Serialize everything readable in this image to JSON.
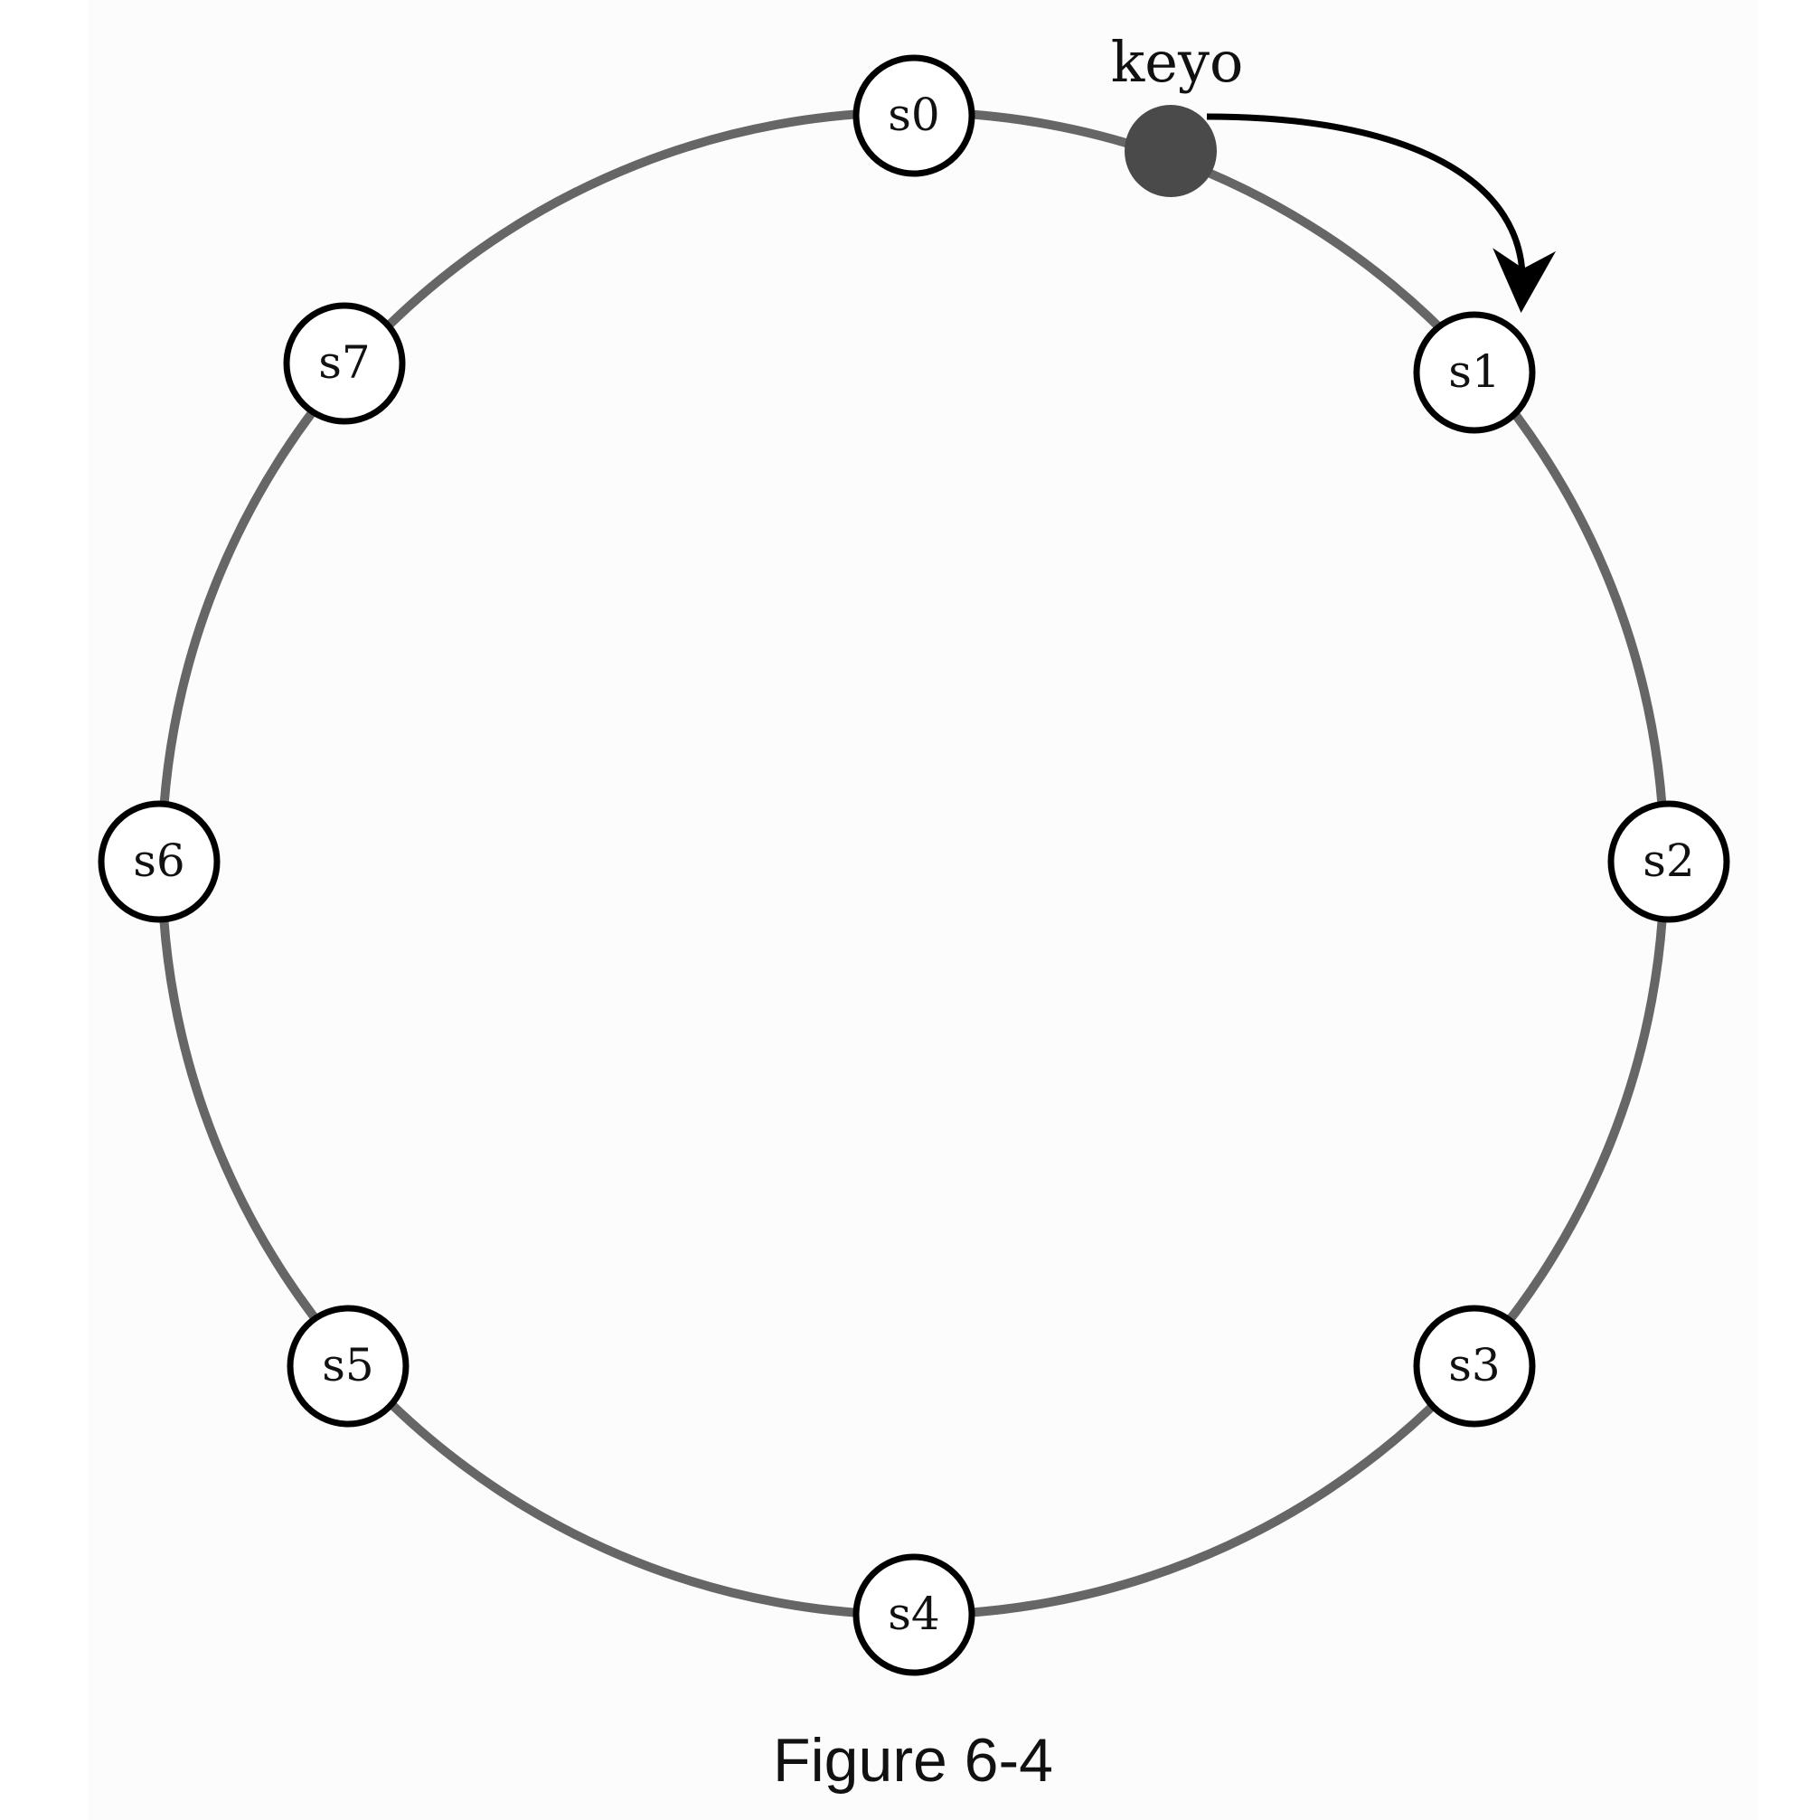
{
  "diagram": {
    "nodes": [
      {
        "id": "s0",
        "label": "s0"
      },
      {
        "id": "s1",
        "label": "s1"
      },
      {
        "id": "s2",
        "label": "s2"
      },
      {
        "id": "s3",
        "label": "s3"
      },
      {
        "id": "s4",
        "label": "s4"
      },
      {
        "id": "s5",
        "label": "s5"
      },
      {
        "id": "s6",
        "label": "s6"
      },
      {
        "id": "s7",
        "label": "s7"
      }
    ],
    "key": {
      "label": "keyo",
      "maps_to": "s1"
    },
    "caption": "Figure 6-4",
    "colors": {
      "ring": "#666666",
      "key": "#4a4a4a",
      "arrow": "#000000",
      "node_stroke": "#000000"
    }
  }
}
